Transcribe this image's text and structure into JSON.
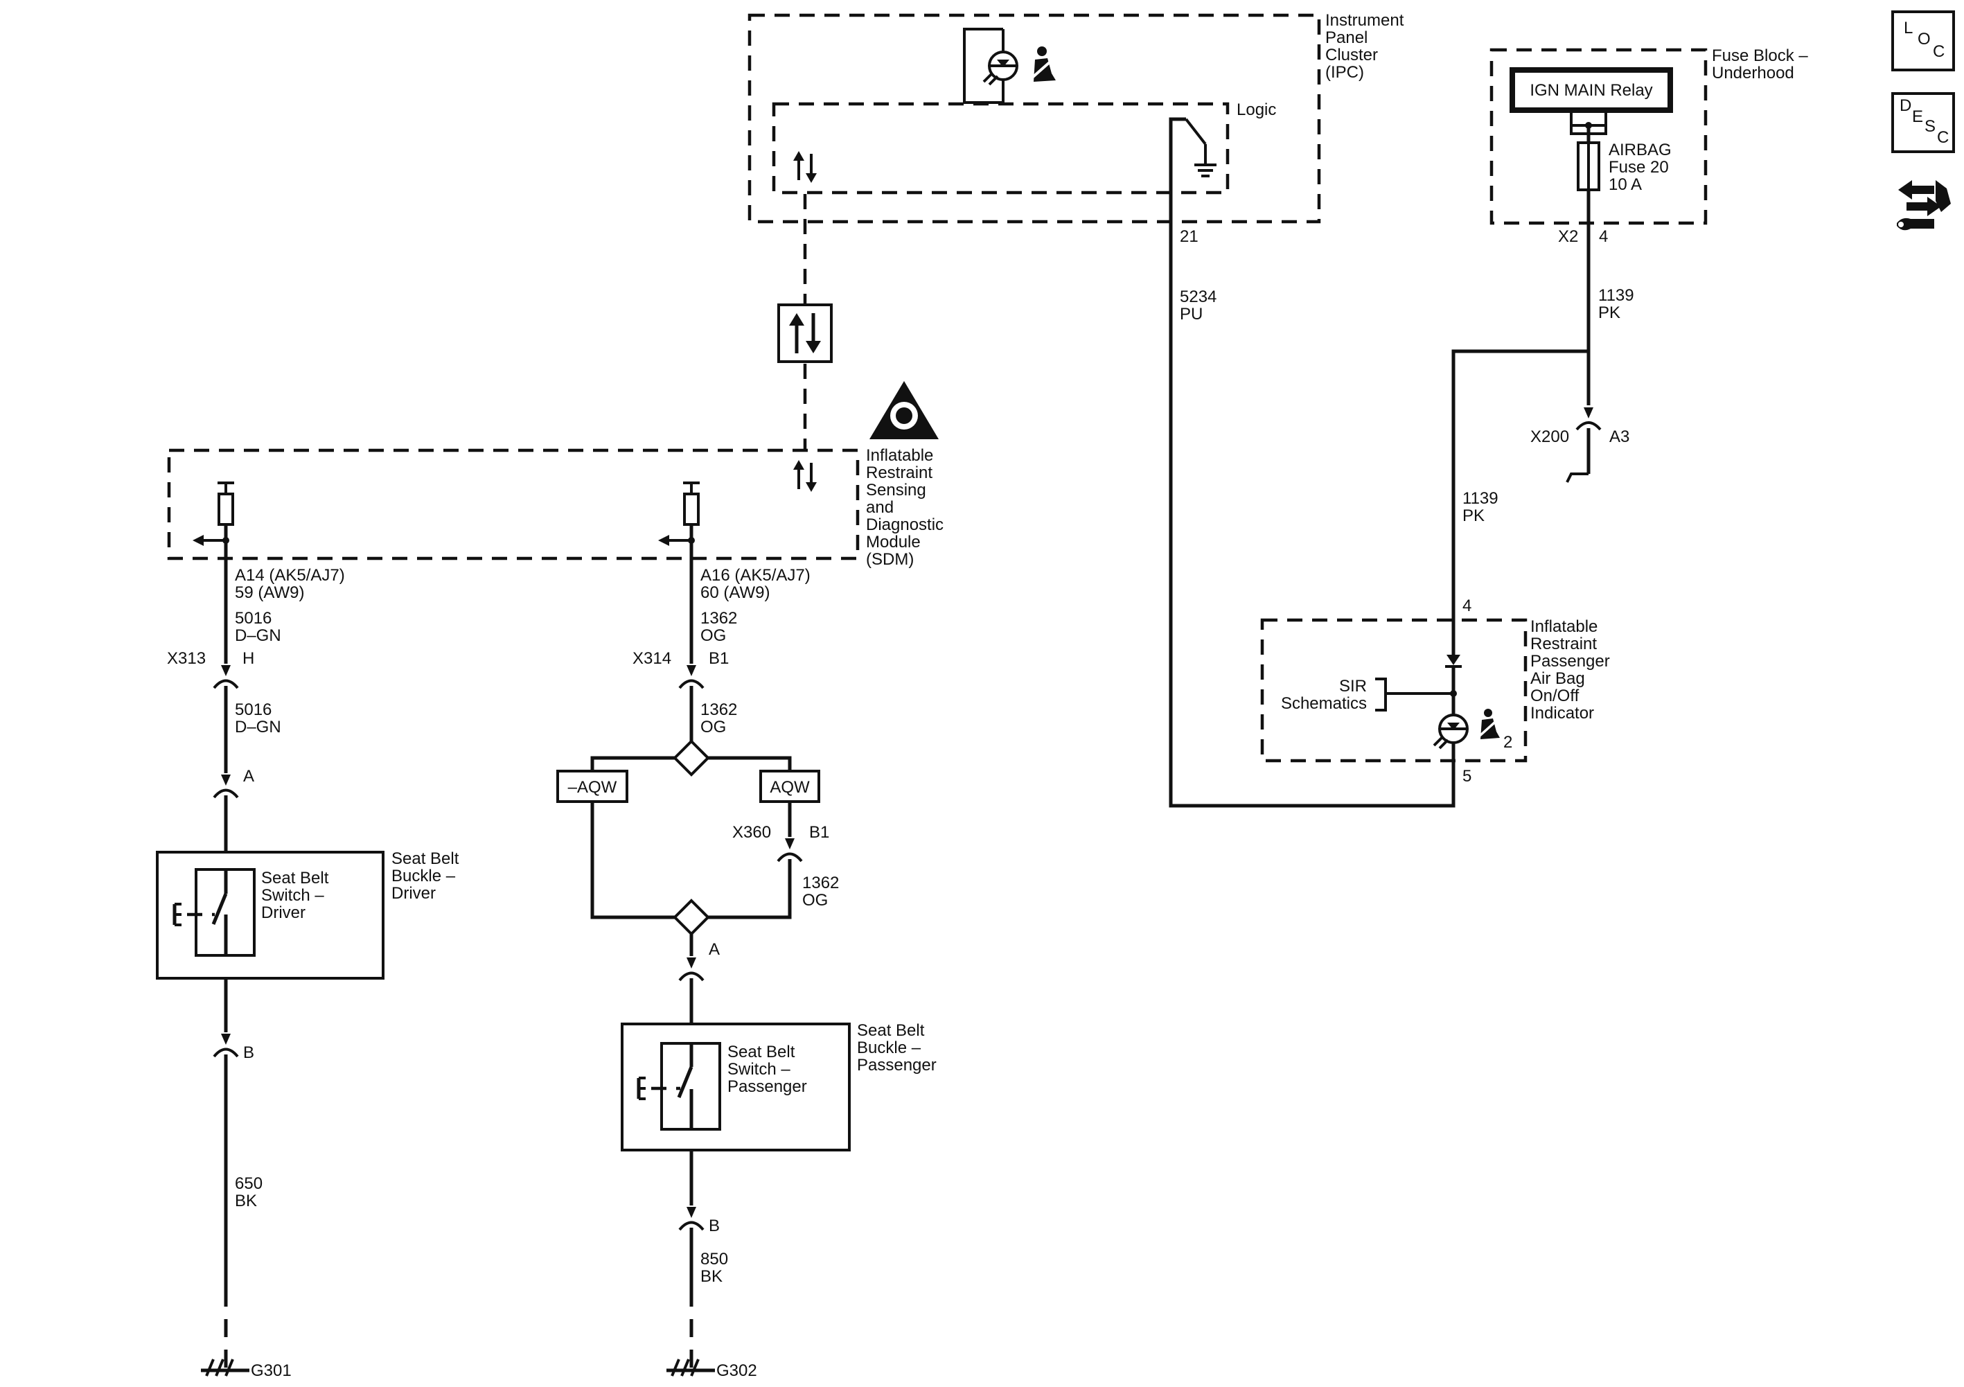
{
  "ipc": {
    "lines": [
      "Instrument",
      "Panel",
      "Cluster",
      "(IPC)"
    ],
    "logic": "Logic",
    "pin21": "21"
  },
  "fuse_block": {
    "lines": [
      "Fuse Block –",
      "Underhood"
    ],
    "relay": "IGN MAIN Relay",
    "fuse_lines": [
      "AIRBAG",
      "Fuse 20",
      "10 A"
    ],
    "x2": "X2",
    "pin4": "4"
  },
  "wires": {
    "w5234": [
      "5234",
      "PU"
    ],
    "w1139a": [
      "1139",
      "PK"
    ],
    "w1139b": [
      "1139",
      "PK"
    ],
    "w5016a": [
      "5016",
      "D–GN"
    ],
    "w5016b": [
      "5016",
      "D–GN"
    ],
    "w1362a": [
      "1362",
      "OG"
    ],
    "w1362b": [
      "1362",
      "OG"
    ],
    "w1362c": [
      "1362",
      "OG"
    ],
    "w650": [
      "650",
      "BK"
    ],
    "w850": [
      "850",
      "BK"
    ]
  },
  "connectors": {
    "x200": "X200",
    "a3": "A3",
    "x313": "X313",
    "h": "H",
    "x314": "X314",
    "b1": "B1",
    "x360": "X360",
    "b1b": "B1",
    "a_drv": "A",
    "b_drv": "B",
    "a_pass": "A",
    "b_pass": "B"
  },
  "sdm": {
    "lines": [
      "Inflatable",
      "Restraint",
      "Sensing",
      "and",
      "Diagnostic",
      "Module",
      "(SDM)"
    ],
    "pin_drv": [
      "A14 (AK5/AJ7)",
      "59 (AW9)"
    ],
    "pin_pass": [
      "A16 (AK5/AJ7)",
      "60 (AW9)"
    ]
  },
  "indicator": {
    "lines": [
      "Inflatable",
      "Restraint",
      "Passenger",
      "Air Bag",
      "On/Off",
      "Indicator"
    ],
    "pin4": "4",
    "pin5": "5",
    "sir": [
      "SIR",
      "Schematics"
    ],
    "footnote": "2"
  },
  "options": {
    "neg": "–AQW",
    "pos": "AQW"
  },
  "driver_buckle": {
    "outer": [
      "Seat Belt",
      "Buckle –",
      "Driver"
    ],
    "inner": [
      "Seat Belt",
      "Switch –",
      "Driver"
    ]
  },
  "pass_buckle": {
    "outer": [
      "Seat Belt",
      "Buckle –",
      "Passenger"
    ],
    "inner": [
      "Seat Belt",
      "Switch –",
      "Passenger"
    ]
  },
  "grounds": {
    "g301": "G301",
    "g302": "G302"
  },
  "side_buttons": {
    "loc": [
      "L",
      "O",
      "C"
    ],
    "desc": [
      "D",
      "E",
      "S",
      "C"
    ]
  },
  "icons": [
    "seatbelt-icon",
    "lamp-icon",
    "airbag-warning-icon",
    "serial-data-icon",
    "ground-icon",
    "loc-button-icon",
    "desc-button-icon",
    "connector-end-view-icon"
  ]
}
